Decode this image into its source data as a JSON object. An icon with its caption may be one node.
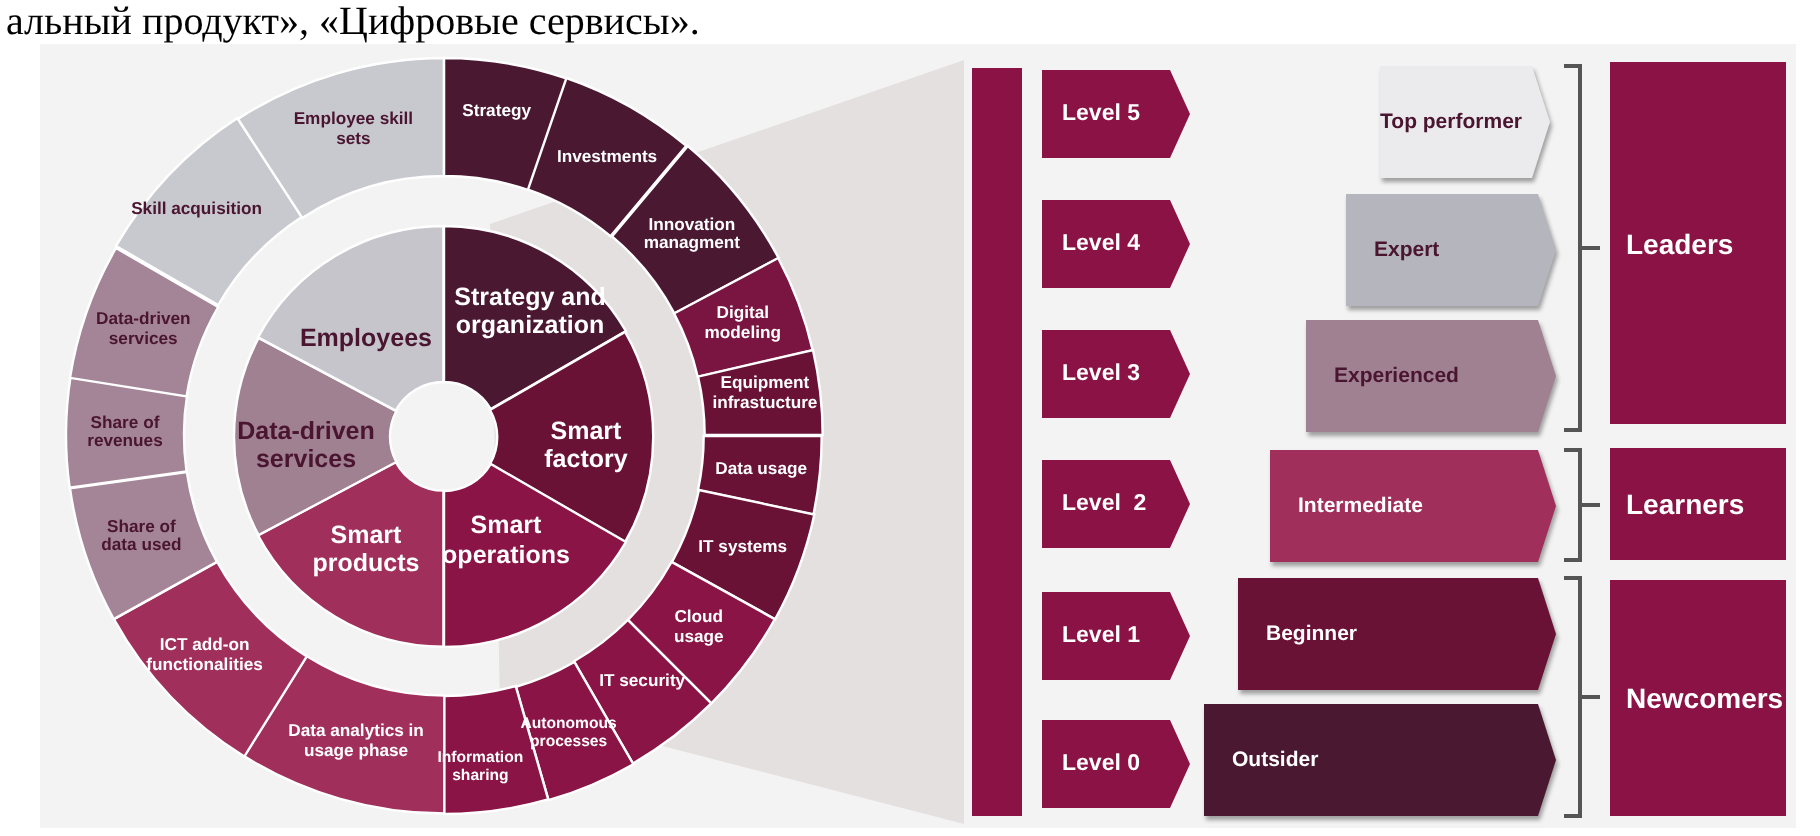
{
  "diagram": {
    "nodes": [
      {
        "text": [
          "Strategy and organization"
        ]
      },
      {
        "text": [
          "Smart factory"
        ]
      },
      {
        "text": [
          "Smart operations"
        ]
      },
      {
        "text": [
          "Smart products"
        ]
      },
      {
        "text": [
          "Data-driven services"
        ]
      },
      {
        "text": [
          "Employees"
        ]
      },
      {
        "text": [
          "Strategy"
        ]
      },
      {
        "text": [
          "Investments"
        ]
      },
      {
        "text": [
          "Innovation managment"
        ]
      },
      {
        "text": [
          "Digital modeling"
        ]
      },
      {
        "text": [
          "Equipment infrastucture"
        ]
      },
      {
        "text": [
          "Data usage"
        ]
      },
      {
        "text": [
          "IT systems"
        ]
      },
      {
        "text": [
          "Cloud usage"
        ]
      },
      {
        "text": [
          "IT security"
        ]
      },
      {
        "text": [
          "Autonomous processes"
        ]
      },
      {
        "text": [
          "Information sharing"
        ]
      },
      {
        "text": [
          "Data analytics in usage phase"
        ]
      },
      {
        "text": [
          "ICT add-on functionalities"
        ]
      },
      {
        "text": [
          "Share of data used"
        ]
      },
      {
        "text": [
          "Share of revenues"
        ]
      },
      {
        "text": [
          "Data-driven services"
        ]
      },
      {
        "text": [
          "Skill acquisition"
        ]
      },
      {
        "text": [
          "Employee skill sets"
        ]
      },
      {
        "text": [
          "Level 5"
        ]
      },
      {
        "text": [
          "Level 4"
        ]
      },
      {
        "text": [
          "Level 3"
        ]
      },
      {
        "text": [
          "Level  2"
        ]
      },
      {
        "text": [
          "Level 1"
        ]
      },
      {
        "text": [
          "Level 0"
        ]
      },
      {
        "text": [
          "Top performer"
        ]
      },
      {
        "text": [
          "Expert"
        ]
      },
      {
        "text": [
          "Experienced"
        ]
      },
      {
        "text": [
          "Intermediate"
        ]
      },
      {
        "text": [
          "Beginner"
        ]
      },
      {
        "text": [
          "Outsider"
        ]
      },
      {
        "text": [
          "Leaders"
        ]
      },
      {
        "text": [
          "Learners"
        ]
      },
      {
        "text": [
          "Newcomers"
        ]
      },
      {
        "text": [],
        "shape": "bar"
      }
    ],
    "labels": [
      "альный продукт», «Цифровые сервисы»."
    ]
  }
}
